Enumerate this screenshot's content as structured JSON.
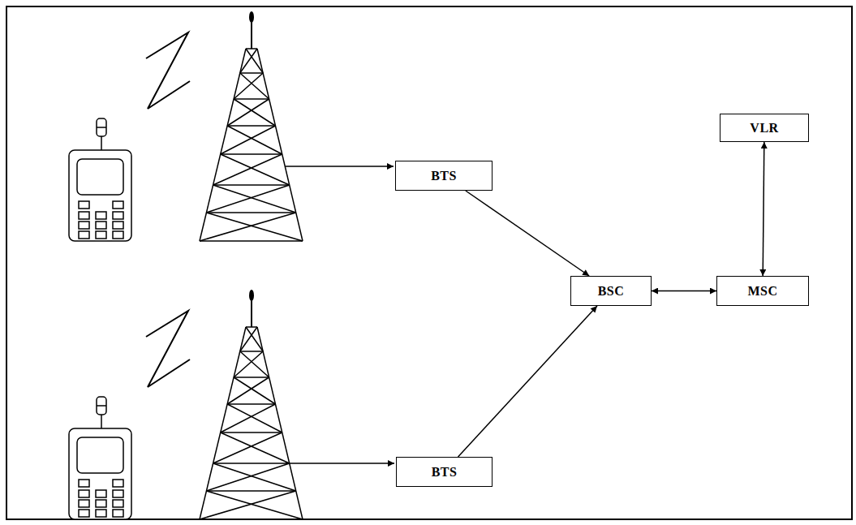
{
  "diagram": {
    "nodes": [
      {
        "text": [
          "VLR"
        ]
      },
      {
        "text": [
          "BTS"
        ]
      },
      {
        "text": [
          "BSC"
        ]
      },
      {
        "text": [
          "MSC"
        ]
      },
      {
        "text": [
          "BTS"
        ]
      }
    ],
    "edges": [
      {
        "from": 1,
        "to": 2,
        "arrow": "to"
      },
      {
        "from": 4,
        "to": 2,
        "arrow": "to"
      },
      {
        "from": 2,
        "to": 3,
        "arrow": "both"
      },
      {
        "from": 3,
        "to": 0,
        "arrow": "both"
      }
    ]
  }
}
